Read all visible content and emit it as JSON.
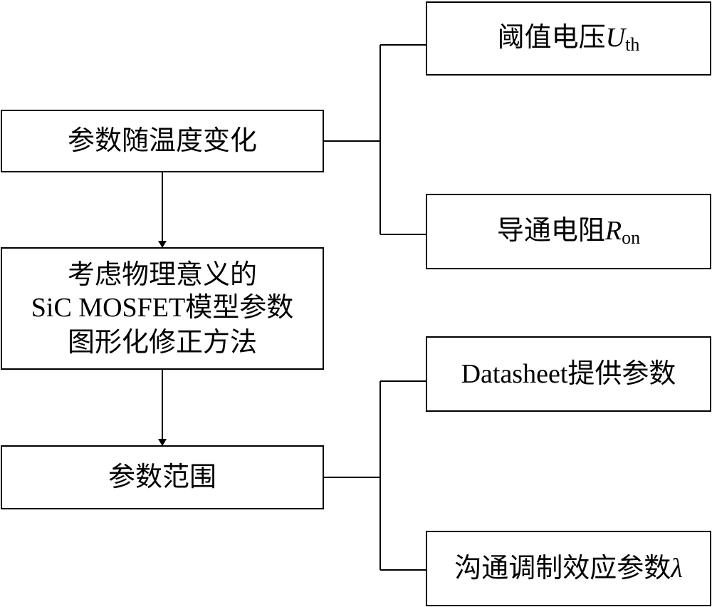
{
  "diagram": {
    "left": {
      "temp_box": "参数随温度变化",
      "method_box": [
        "考虑物理意义的",
        "SiC MOSFET模型参数",
        "图形化修正方法"
      ],
      "range_box": "参数范围"
    },
    "right": {
      "threshold": {
        "text": "阈值电压",
        "symbol": "U",
        "subscript": "th"
      },
      "on_resistance": {
        "text": "导通电阻",
        "symbol": "R",
        "subscript": "on"
      },
      "datasheet": {
        "prefix": "Datasheet",
        "text": "提供参数"
      },
      "channel": {
        "text": "沟通调制效应参数",
        "symbol": "λ"
      }
    }
  }
}
